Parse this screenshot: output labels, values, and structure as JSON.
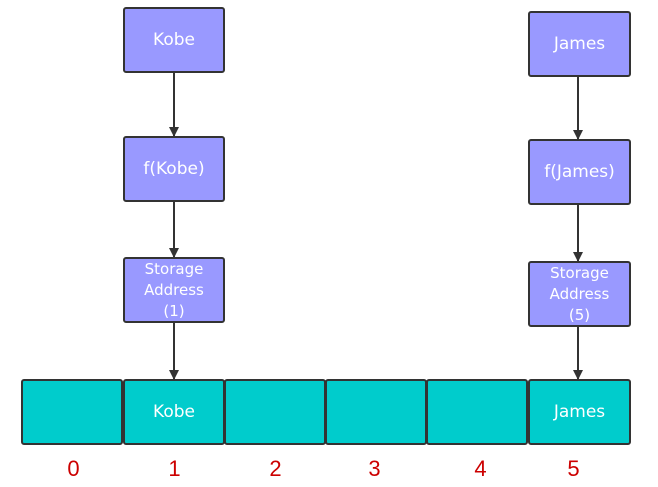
{
  "colors": {
    "node_fill": "#9999ff",
    "cell_fill": "#00cccc",
    "border": "#333333",
    "text": "#ffffff",
    "index_text": "#cc0000",
    "arrow": "#333333"
  },
  "left_chain": {
    "key": "Kobe",
    "hash": "f(Kobe)",
    "address_line1": "Storage",
    "address_line2": "Address",
    "address_line3": "(1)"
  },
  "right_chain": {
    "key": "James",
    "hash": "f(James)",
    "address_line1": "Storage",
    "address_line2": "Address",
    "address_line3": "(5)"
  },
  "array": {
    "cells": [
      "",
      "Kobe",
      "",
      "",
      "",
      "James"
    ],
    "indices": [
      "0",
      "1",
      "2",
      "3",
      "4",
      "5"
    ]
  }
}
